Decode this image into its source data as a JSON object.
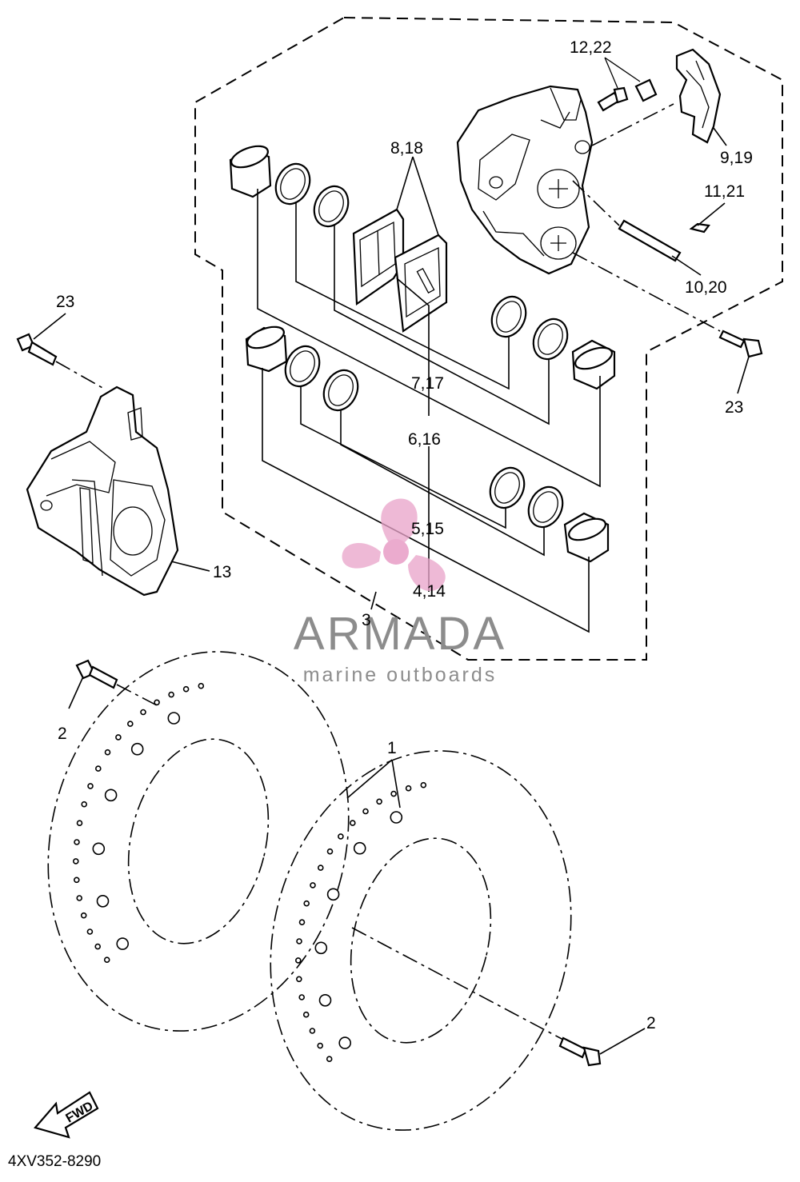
{
  "diagram": {
    "drawing_code": "4XV352-8290",
    "fwd_label": "FWD",
    "callouts": {
      "c1": "1",
      "c2a": "2",
      "c2b": "2",
      "c3": "3",
      "c4_14": "4,14",
      "c5_15": "5,15",
      "c6_16": "6,16",
      "c7_17": "7,17",
      "c8_18": "8,18",
      "c9_19": "9,19",
      "c10_20": "10,20",
      "c11_21": "11,21",
      "c12_22": "12,22",
      "c13": "13",
      "c23a": "23",
      "c23b": "23"
    }
  },
  "watermark": {
    "brand": "ARMADA",
    "tagline": "marine outboards",
    "colors": {
      "pink": "#e9a3c9",
      "gray": "#8c8c8c"
    }
  }
}
